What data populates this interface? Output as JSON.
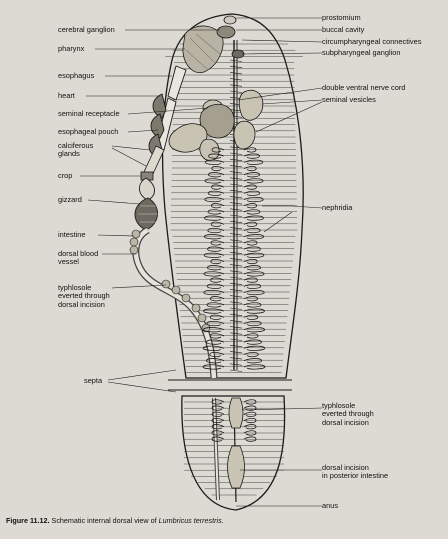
{
  "labels_left": [
    {
      "key": "cerebral_ganglion",
      "text": "cerebral ganglion"
    },
    {
      "key": "pharynx",
      "text": "pharynx"
    },
    {
      "key": "esophagus",
      "text": "esophagus"
    },
    {
      "key": "heart",
      "text": "heart"
    },
    {
      "key": "seminal_receptacle",
      "text": "seminal receptacle"
    },
    {
      "key": "esophageal_pouch",
      "text": "esophageal pouch"
    },
    {
      "key": "calciferous_glands",
      "text": "calciferous\nglands"
    },
    {
      "key": "crop",
      "text": "crop"
    },
    {
      "key": "gizzard",
      "text": "gizzard"
    },
    {
      "key": "intestine",
      "text": "intestine"
    },
    {
      "key": "dorsal_blood_vessel",
      "text": "dorsal blood\nvessel"
    },
    {
      "key": "typhlosole_upper",
      "text": "typhlosole\neverted through\ndorsal incision"
    },
    {
      "key": "septa",
      "text": "septa"
    }
  ],
  "labels_right": [
    {
      "key": "prostomium",
      "text": "prostomium"
    },
    {
      "key": "buccal_cavity",
      "text": "buccal cavity"
    },
    {
      "key": "circumpharyngeal_connectives",
      "text": "circumpharyngeal connectives"
    },
    {
      "key": "subpharyngeal_ganglion",
      "text": "subpharyngeal ganglion"
    },
    {
      "key": "double_ventral_nerve_cord",
      "text": "double ventral nerve cord"
    },
    {
      "key": "seminal_vesicles",
      "text": "seminal vesicles"
    },
    {
      "key": "nephridia",
      "text": "nephridia"
    },
    {
      "key": "typhlosole_lower",
      "text": "typhlosole\neverted through\ndorsal incision"
    },
    {
      "key": "dorsal_incision",
      "text": "dorsal incision\nin posterior intestine"
    },
    {
      "key": "anus",
      "text": "anus"
    }
  ],
  "caption": {
    "figure_no": "Figure 11.12.",
    "text": "Schematic internal dorsal view of",
    "species": "Lumbricus terrestris."
  },
  "colors": {
    "background": "#dcdad3",
    "ink": "#1a1a1a"
  }
}
